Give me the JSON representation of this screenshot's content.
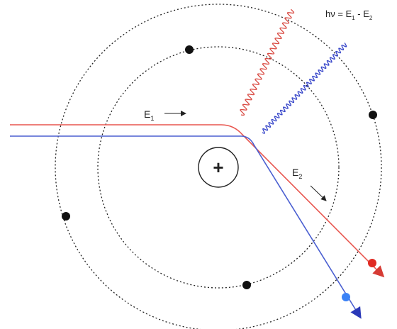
{
  "formula": {
    "prefix": "hν = E",
    "sub1": "1",
    "mid": " - E",
    "sub2": "2"
  },
  "label_e1": {
    "text": "E",
    "sub": "1"
  },
  "label_e2": {
    "text": "E",
    "sub": "2"
  },
  "nucleus": {
    "symbol": "+"
  },
  "colors": {
    "orbit": "#222222",
    "red_path": "#e8554e",
    "blue_path": "#4a5fd1",
    "red_wave": "#d94b43",
    "blue_wave": "#3645c9",
    "electron": "#111111"
  }
}
